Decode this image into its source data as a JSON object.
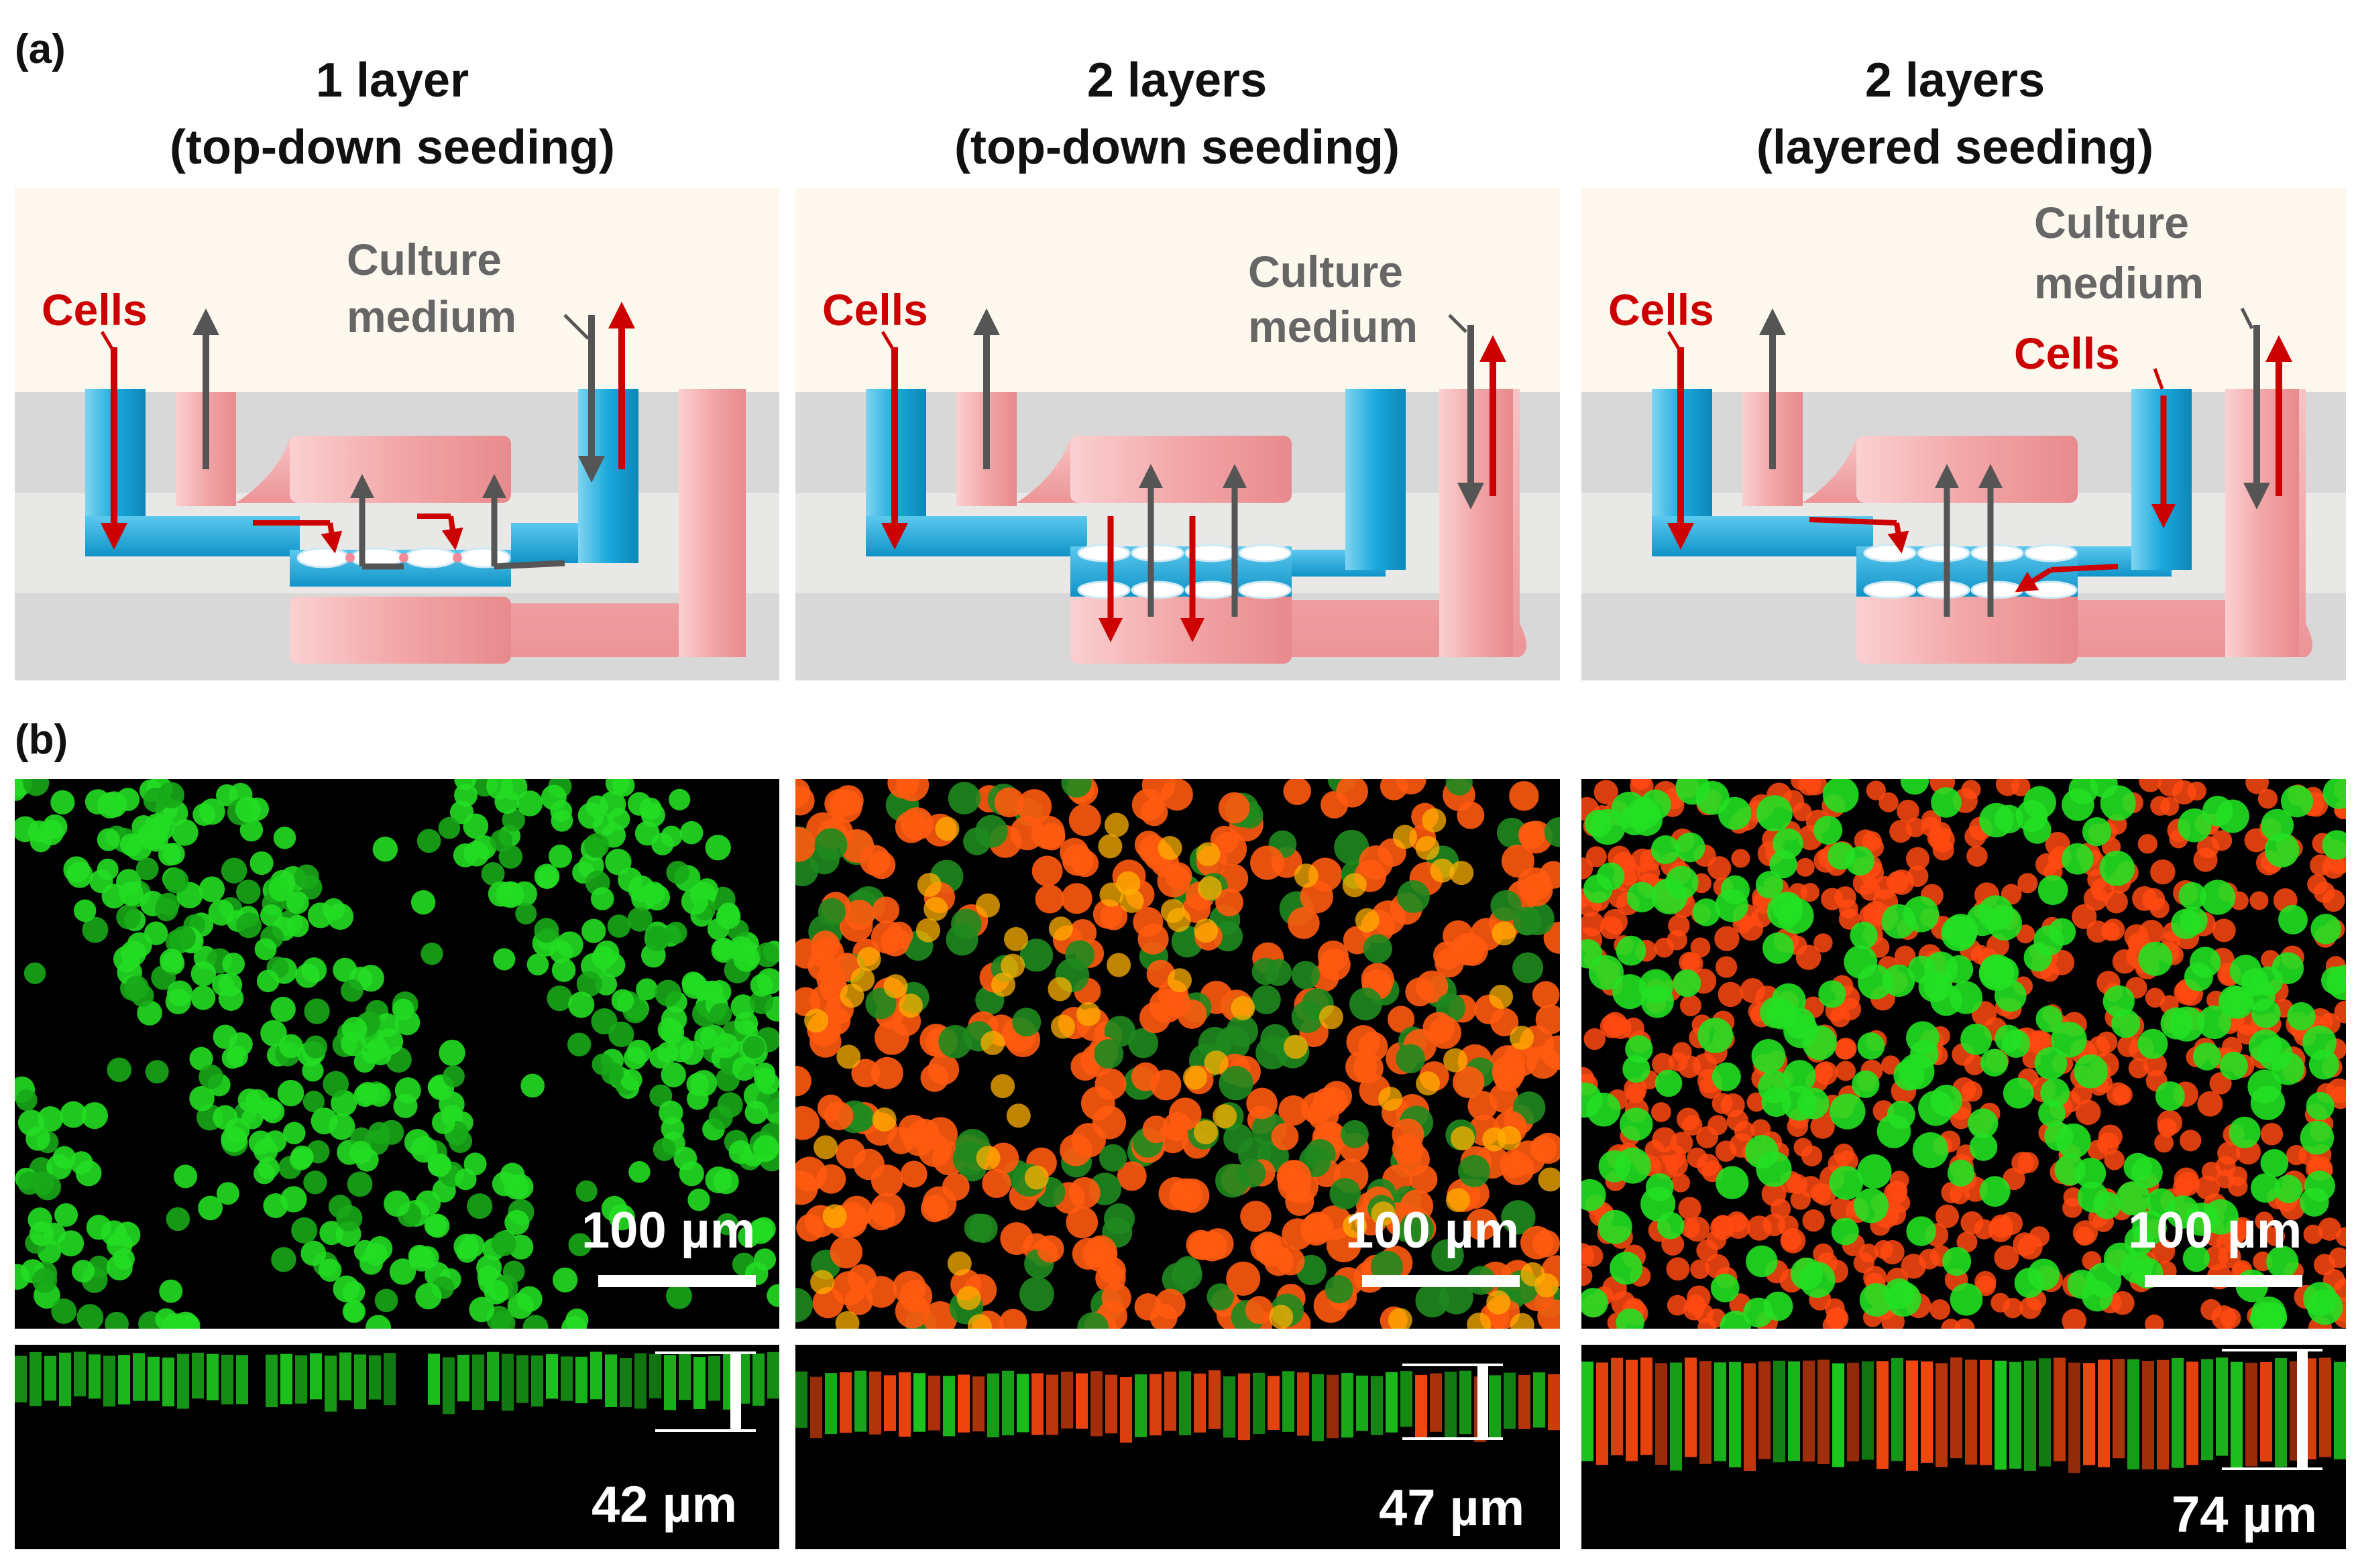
{
  "labels": {
    "a": "(a)",
    "b": "(b)"
  },
  "columns": [
    {
      "title_line1": "1 layer",
      "title_line2": "(top-down seeding)",
      "cells_label": "Cells",
      "medium_line1": "Culture",
      "medium_line2": "medium",
      "scale_label": "100 µm",
      "height_label": "42 µm"
    },
    {
      "title_line1": "2 layers",
      "title_line2": "(top-down seeding)",
      "cells_label": "Cells",
      "medium_line1": "Culture",
      "medium_line2": "medium",
      "scale_label": "100 µm",
      "height_label": "47 µm"
    },
    {
      "title_line1": "2 layers",
      "title_line2": "(layered seeding)",
      "cells_label": "Cells",
      "cells_label_2": "Cells",
      "medium_line1": "Culture",
      "medium_line2": "medium",
      "scale_label": "100 µm",
      "height_label": "74 µm"
    }
  ],
  "colors": {
    "cells_arrow": "#cc0000",
    "medium_arrow": "#555555",
    "channel_blue": "#1aa9dc",
    "channel_pink": "#f2a6a8",
    "green_cell": "#22dd22",
    "red_cell": "#ff4a10"
  }
}
